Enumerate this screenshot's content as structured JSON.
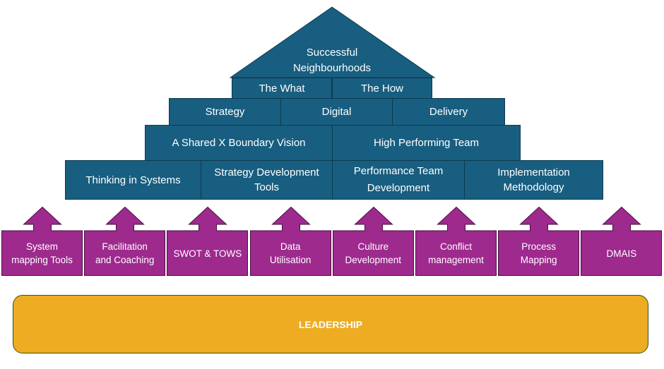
{
  "colors": {
    "structure_blue": "#185E80",
    "pillar_purple": "#9E2A8E",
    "leadership_gold": "#EDAC21"
  },
  "roof": {
    "title_line1": "Successful",
    "title_line2": "Neighbourhoods"
  },
  "row1": [
    "The What",
    "The How"
  ],
  "row2": [
    "Strategy",
    "Digital",
    "Delivery"
  ],
  "row3": [
    "A Shared X Boundary Vision",
    "High Performing Team"
  ],
  "row4": [
    {
      "line1": "Thinking in Systems",
      "line2": ""
    },
    {
      "line1": "Strategy Development",
      "line2": "Tools"
    },
    {
      "line1": "Performance Team",
      "line2": "Development"
    },
    {
      "line1": "Implementation",
      "line2": "Methodology"
    }
  ],
  "pillars": [
    {
      "line1": "System",
      "line2": "mapping Tools"
    },
    {
      "line1": "Facilitation",
      "line2": "and Coaching"
    },
    {
      "line1": "SWOT & TOWS",
      "line2": ""
    },
    {
      "line1": "Data",
      "line2": "Utilisation"
    },
    {
      "line1": "Culture",
      "line2": "Development"
    },
    {
      "line1": "Conflict",
      "line2": "management"
    },
    {
      "line1": "Process",
      "line2": "Mapping"
    },
    {
      "line1": "DMAIS",
      "line2": ""
    }
  ],
  "foundation": {
    "label": "LEADERSHIP"
  }
}
